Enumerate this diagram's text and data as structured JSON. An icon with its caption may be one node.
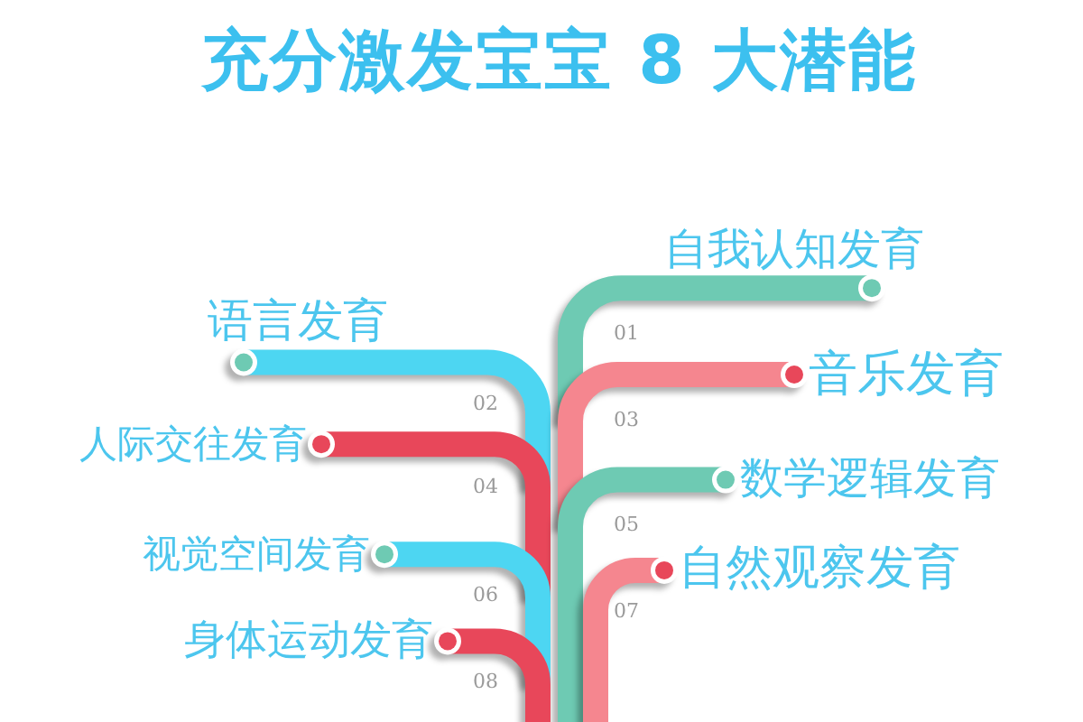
{
  "diagram": {
    "title": "充分激发宝宝 8 大潜能",
    "nodes": [
      {
        "text": [
          "自我认知发育"
        ]
      },
      {
        "text": [
          "语言发育"
        ]
      },
      {
        "text": [
          "音乐发育"
        ]
      },
      {
        "text": [
          "人际交往发育"
        ]
      },
      {
        "text": [
          "数学逻辑发育"
        ]
      },
      {
        "text": [
          "视觉空间发育"
        ]
      },
      {
        "text": [
          "自然观察发育"
        ]
      },
      {
        "text": [
          "身体运动发育"
        ]
      }
    ],
    "edges": [
      {
        "from": null,
        "to": 0,
        "arrow": "other",
        "color": "#6ecab3"
      },
      {
        "from": null,
        "to": 1,
        "arrow": "other",
        "color": "#4dd6f2"
      },
      {
        "from": null,
        "to": 2,
        "arrow": "other",
        "color": "#f5868f"
      },
      {
        "from": null,
        "to": 3,
        "arrow": "other",
        "color": "#e8475a"
      },
      {
        "from": null,
        "to": 4,
        "arrow": "other",
        "color": "#6ecab3"
      },
      {
        "from": null,
        "to": 5,
        "arrow": "other",
        "color": "#4dd6f2"
      },
      {
        "from": null,
        "to": 6,
        "arrow": "other",
        "color": "#f5868f"
      },
      {
        "from": null,
        "to": 7,
        "arrow": "other",
        "color": "#e8475a"
      }
    ],
    "labels": [
      "01",
      "02",
      "03",
      "04",
      "05",
      "06",
      "07",
      "08"
    ]
  }
}
